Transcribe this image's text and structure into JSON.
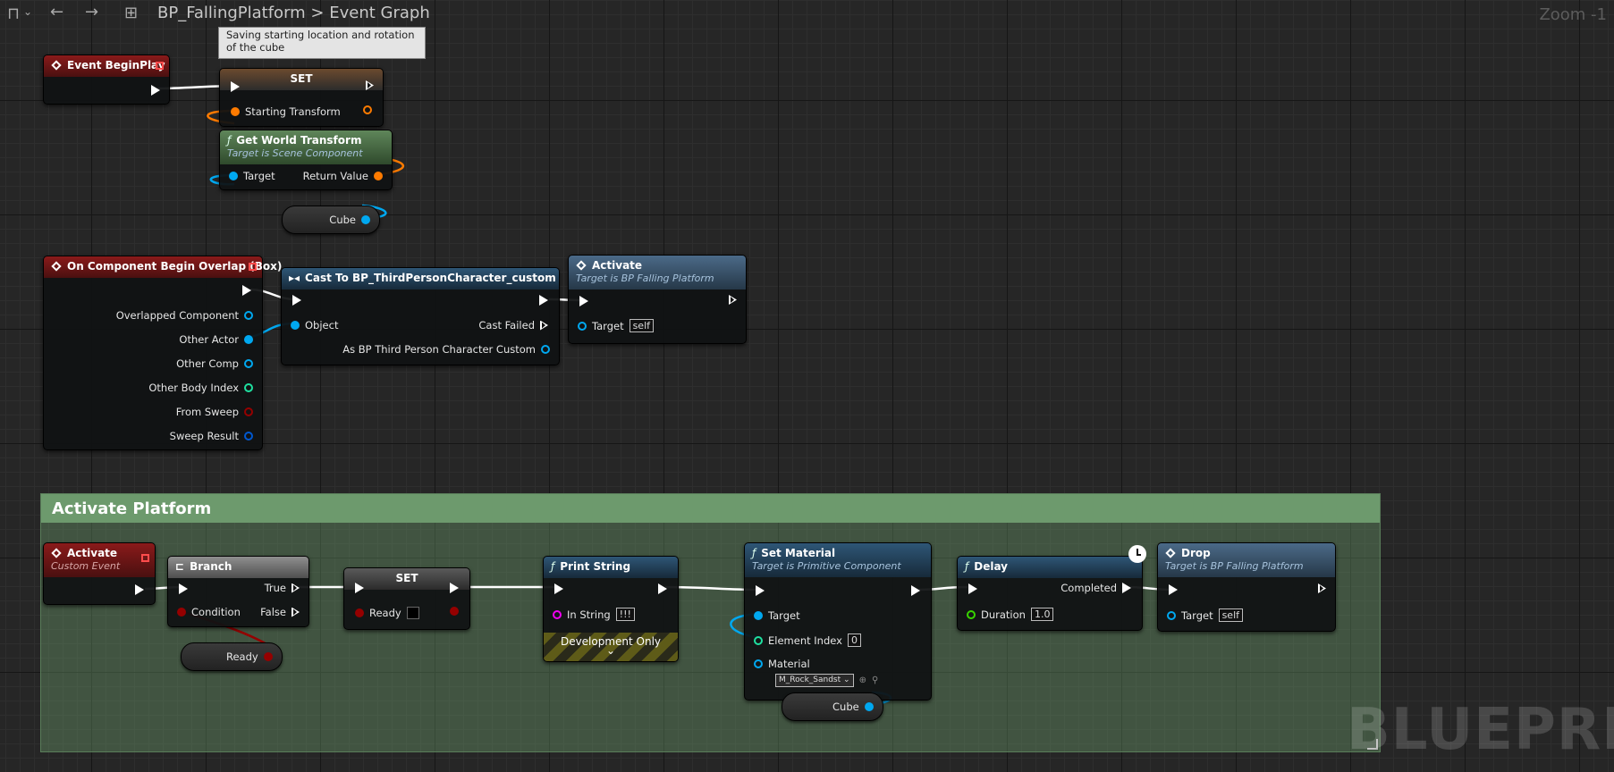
{
  "toolbar": {
    "breadcrumb_asset": "BP_FallingPlatform",
    "breadcrumb_sep": ">",
    "breadcrumb_graph": "Event Graph",
    "zoom": "Zoom -1"
  },
  "comment": {
    "title": "Activate Platform",
    "tooltip": "Saving starting location and rotation of the cube"
  },
  "watermark": "BLUEPRINT",
  "colors": {
    "exec": "#ffffff",
    "object": "#00a8f0",
    "struct_transform": "#ff7b00",
    "boolean": "#950000",
    "integer": "#1fe0a0",
    "string": "#f000f0",
    "float": "#38d500",
    "sweep": "#0058d0"
  },
  "nodes": {
    "event_begin_play": {
      "title": "Event BeginPlay"
    },
    "set_transform": {
      "title": "SET",
      "pin": "Starting Transform"
    },
    "get_world_transform": {
      "title": "Get World Transform",
      "subtitle": "Target is Scene Component",
      "pin_in": "Target",
      "pin_out": "Return Value"
    },
    "cube_var_1": {
      "label": "Cube"
    },
    "overlap": {
      "title": "On Component Begin Overlap (Box)",
      "pins": [
        "Overlapped Component",
        "Other Actor",
        "Other Comp",
        "Other Body Index",
        "From Sweep",
        "Sweep Result"
      ]
    },
    "cast": {
      "title": "Cast To BP_ThirdPersonCharacter_custom",
      "pin_object": "Object",
      "pin_failed": "Cast Failed",
      "pin_as": "As BP Third Person Character Custom"
    },
    "activate_call": {
      "title": "Activate",
      "subtitle": "Target is BP Falling Platform",
      "pin": "Target",
      "value": "self"
    },
    "activate_event": {
      "title": "Activate",
      "subtitle": "Custom Event"
    },
    "branch": {
      "title": "Branch",
      "pin_cond": "Condition",
      "pin_true": "True",
      "pin_false": "False"
    },
    "ready_var": {
      "label": "Ready"
    },
    "set_ready": {
      "title": "SET",
      "pin": "Ready"
    },
    "print_string": {
      "title": "Print String",
      "pin": "In String",
      "value": "!!!",
      "footer": "Development Only"
    },
    "set_material": {
      "title": "Set Material",
      "subtitle": "Target is Primitive Component",
      "pin_target": "Target",
      "pin_index": "Element Index",
      "index_value": "0",
      "pin_material": "Material",
      "material_value": "M_Rock_Sandst"
    },
    "cube_var_2": {
      "label": "Cube"
    },
    "delay": {
      "title": "Delay",
      "pin_duration": "Duration",
      "duration_value": "1.0",
      "pin_completed": "Completed"
    },
    "drop": {
      "title": "Drop",
      "subtitle": "Target is BP Falling Platform",
      "pin": "Target",
      "value": "self"
    }
  }
}
